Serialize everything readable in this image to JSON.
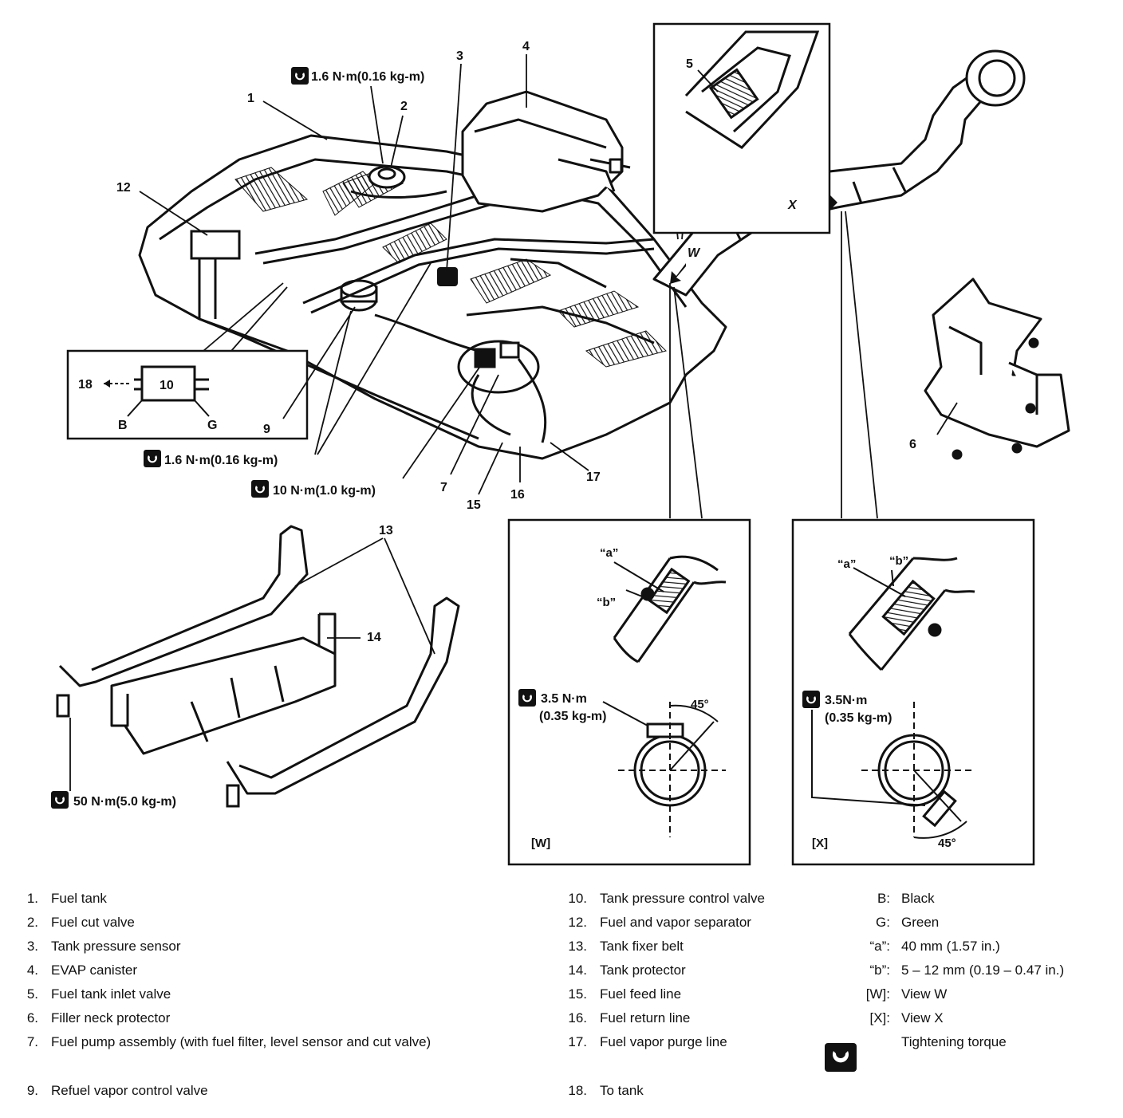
{
  "callouts": {
    "c1": "1",
    "c2": "2",
    "c3": "3",
    "c4": "4",
    "c5": "5",
    "c6": "6",
    "c7": "7",
    "c9": "9",
    "c10": "10",
    "c12": "12",
    "c13": "13",
    "c14": "14",
    "c15": "15",
    "c16": "16",
    "c17": "17",
    "c18": "18",
    "b": "B",
    "g": "G",
    "w": "W",
    "x": "X"
  },
  "torques": {
    "t1": "1.6 N·m(0.16 kg-m)",
    "t2": "1.6 N·m(0.16 kg-m)",
    "t3": "10 N·m(1.0 kg-m)",
    "t4": "50 N·m(5.0 kg-m)",
    "tw_line1": "3.5 N·m",
    "tw_line2": "(0.35 kg-m)",
    "tx_line1": "3.5N·m",
    "tx_line2": "(0.35 kg-m)"
  },
  "detail_views": {
    "w_label": "[W]",
    "x_label": "[X]",
    "a": "“a”",
    "b": "“b”",
    "angle_w": "45°",
    "angle_x": "45°"
  },
  "legend": {
    "col1": [
      {
        "num": "1.",
        "text": "Fuel tank"
      },
      {
        "num": "2.",
        "text": "Fuel cut valve"
      },
      {
        "num": "3.",
        "text": "Tank pressure sensor"
      },
      {
        "num": "4.",
        "text": "EVAP canister"
      },
      {
        "num": "5.",
        "text": "Fuel tank inlet valve"
      },
      {
        "num": "6.",
        "text": "Filler neck protector"
      },
      {
        "num": "7.",
        "text": "Fuel pump assembly (with fuel filter, level sensor and cut valve)"
      },
      {
        "num": "9.",
        "text": "Refuel vapor control valve"
      }
    ],
    "col2": [
      {
        "num": "10.",
        "text": "Tank pressure control valve"
      },
      {
        "num": "12.",
        "text": "Fuel and vapor separator"
      },
      {
        "num": "13.",
        "text": "Tank fixer belt"
      },
      {
        "num": "14.",
        "text": "Tank protector"
      },
      {
        "num": "15.",
        "text": "Fuel feed line"
      },
      {
        "num": "16.",
        "text": "Fuel return line"
      },
      {
        "num": "17.",
        "text": "Fuel vapor purge line"
      },
      {
        "num": "18.",
        "text": "To tank"
      }
    ],
    "col3": [
      {
        "num": "B:",
        "text": "Black"
      },
      {
        "num": "G:",
        "text": "Green"
      },
      {
        "num": "“a”:",
        "text": "40 mm (1.57 in.)"
      },
      {
        "num": "“b”:",
        "text": "5 – 12 mm (0.19 – 0.47 in.)"
      },
      {
        "num": "[W]:",
        "text": "View W"
      },
      {
        "num": "[X]:",
        "text": "View X"
      },
      {
        "num": "",
        "text": "Tightening torque"
      }
    ]
  }
}
